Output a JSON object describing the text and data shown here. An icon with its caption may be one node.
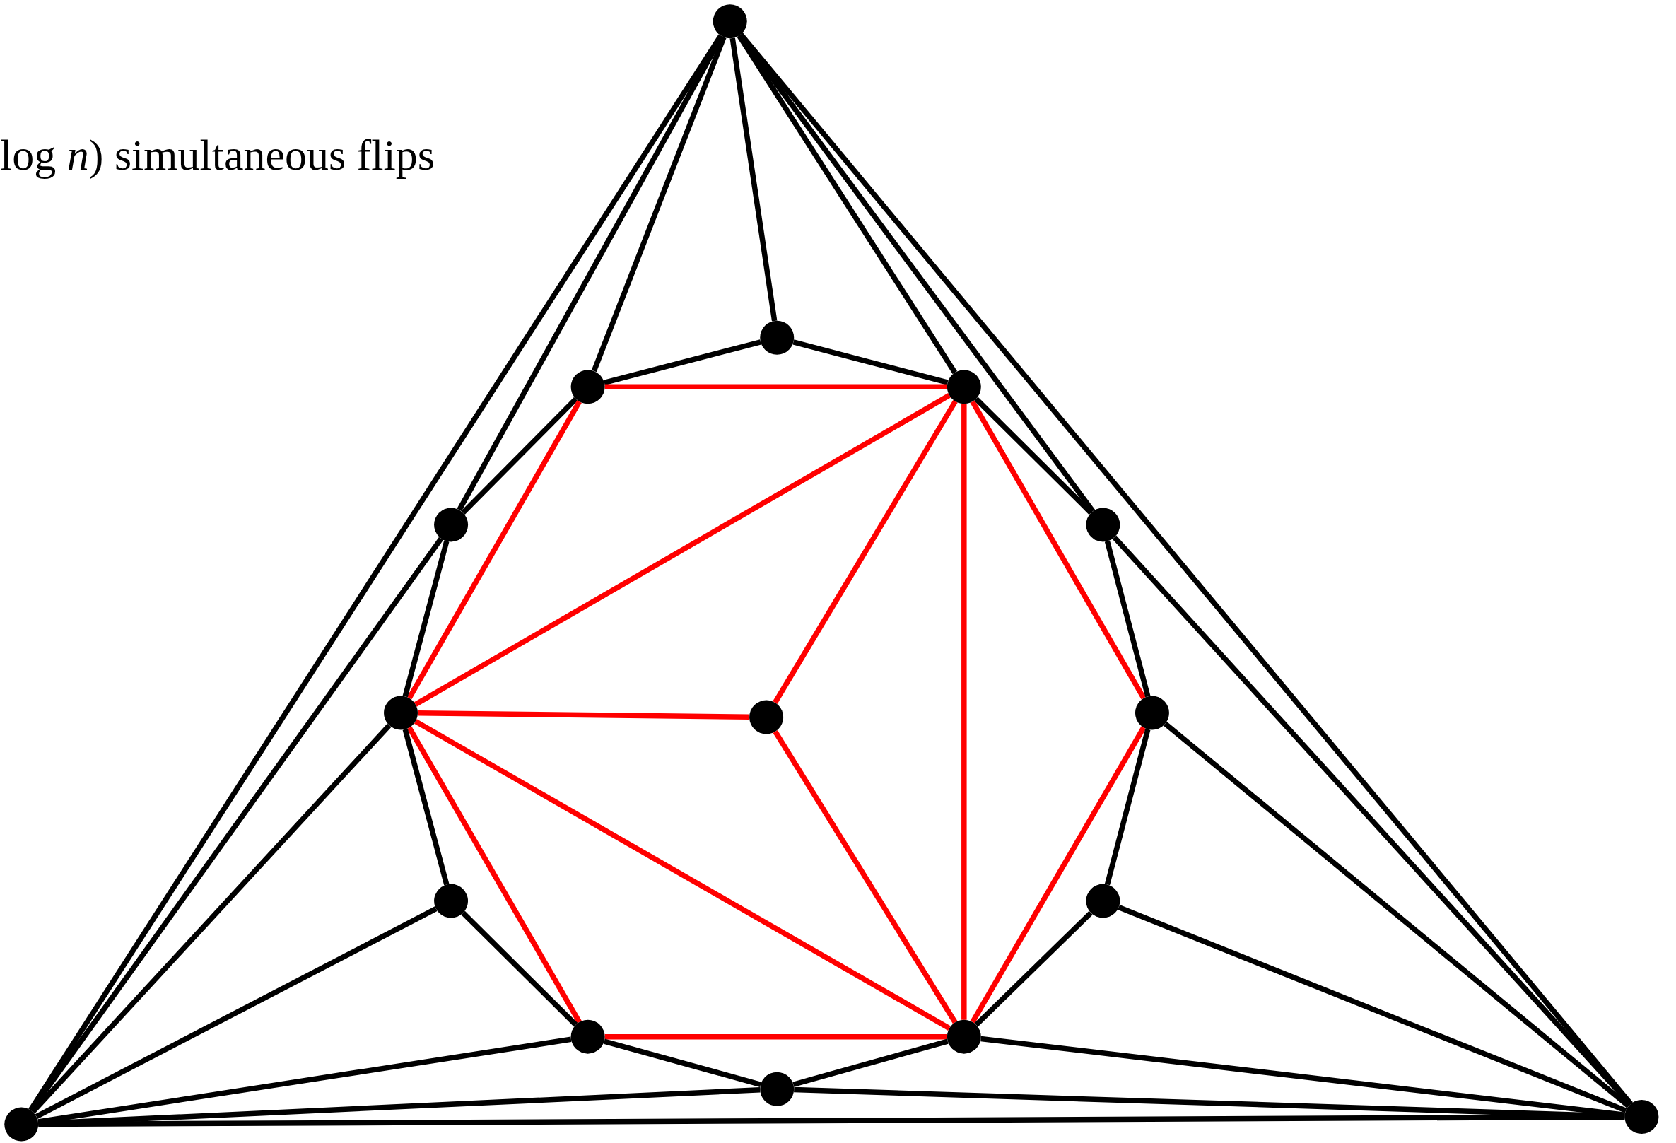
{
  "diagram": {
    "nodes": [
      {
        "text": [],
        "shape": "circle"
      },
      {
        "text": [],
        "shape": "circle"
      },
      {
        "text": [],
        "shape": "circle"
      },
      {
        "text": [],
        "shape": "circle"
      },
      {
        "text": [],
        "shape": "circle"
      },
      {
        "text": [],
        "shape": "circle"
      },
      {
        "text": [],
        "shape": "circle"
      },
      {
        "text": [],
        "shape": "circle"
      },
      {
        "text": [],
        "shape": "circle"
      },
      {
        "text": [],
        "shape": "circle"
      },
      {
        "text": [],
        "shape": "circle"
      },
      {
        "text": [],
        "shape": "circle"
      },
      {
        "text": [],
        "shape": "circle"
      },
      {
        "text": [],
        "shape": "circle"
      },
      {
        "text": [],
        "shape": "circle"
      },
      {
        "text": [],
        "shape": "circle"
      }
    ],
    "edges": [
      {
        "from": 0,
        "to": 14,
        "arrow": "none"
      },
      {
        "from": 0,
        "to": 4,
        "arrow": "none"
      },
      {
        "from": 0,
        "to": 2,
        "arrow": "none"
      },
      {
        "from": 0,
        "to": 1,
        "arrow": "none"
      },
      {
        "from": 0,
        "to": 3,
        "arrow": "none"
      },
      {
        "from": 0,
        "to": 5,
        "arrow": "none"
      },
      {
        "from": 0,
        "to": 15,
        "arrow": "none"
      },
      {
        "from": 1,
        "to": 2,
        "arrow": "none"
      },
      {
        "from": 1,
        "to": 3,
        "arrow": "none"
      },
      {
        "from": 2,
        "to": 3,
        "arrow": "none",
        "color": "#ff0000"
      },
      {
        "from": 2,
        "to": 4,
        "arrow": "none"
      },
      {
        "from": 2,
        "to": 6,
        "arrow": "none",
        "color": "#ff0000"
      },
      {
        "from": 3,
        "to": 6,
        "arrow": "none",
        "color": "#ff0000"
      },
      {
        "from": 3,
        "to": 7,
        "arrow": "none",
        "color": "#ff0000"
      },
      {
        "from": 3,
        "to": 12,
        "arrow": "none",
        "color": "#ff0000"
      },
      {
        "from": 3,
        "to": 8,
        "arrow": "none",
        "color": "#ff0000"
      },
      {
        "from": 3,
        "to": 5,
        "arrow": "none"
      },
      {
        "from": 4,
        "to": 6,
        "arrow": "none"
      },
      {
        "from": 4,
        "to": 14,
        "arrow": "none"
      },
      {
        "from": 5,
        "to": 8,
        "arrow": "none"
      },
      {
        "from": 5,
        "to": 15,
        "arrow": "none"
      },
      {
        "from": 6,
        "to": 7,
        "arrow": "none",
        "color": "#ff0000"
      },
      {
        "from": 6,
        "to": 12,
        "arrow": "none",
        "color": "#ff0000"
      },
      {
        "from": 6,
        "to": 11,
        "arrow": "none",
        "color": "#ff0000"
      },
      {
        "from": 6,
        "to": 9,
        "arrow": "none"
      },
      {
        "from": 6,
        "to": 14,
        "arrow": "none"
      },
      {
        "from": 7,
        "to": 12,
        "arrow": "none",
        "color": "#ff0000"
      },
      {
        "from": 8,
        "to": 12,
        "arrow": "none",
        "color": "#ff0000"
      },
      {
        "from": 8,
        "to": 10,
        "arrow": "none"
      },
      {
        "from": 8,
        "to": 15,
        "arrow": "none"
      },
      {
        "from": 9,
        "to": 14,
        "arrow": "none"
      },
      {
        "from": 9,
        "to": 11,
        "arrow": "none"
      },
      {
        "from": 10,
        "to": 12,
        "arrow": "none"
      },
      {
        "from": 10,
        "to": 15,
        "arrow": "none"
      },
      {
        "from": 11,
        "to": 12,
        "arrow": "none",
        "color": "#ff0000"
      },
      {
        "from": 11,
        "to": 13,
        "arrow": "none"
      },
      {
        "from": 11,
        "to": 14,
        "arrow": "none"
      },
      {
        "from": 12,
        "to": 13,
        "arrow": "none"
      },
      {
        "from": 12,
        "to": 15,
        "arrow": "none"
      },
      {
        "from": 13,
        "to": 14,
        "arrow": "none"
      },
      {
        "from": 13,
        "to": 15,
        "arrow": "none"
      },
      {
        "from": 14,
        "to": 15,
        "arrow": "none"
      }
    ],
    "labels": [
      "log *n*) simultaneous flips"
    ]
  }
}
